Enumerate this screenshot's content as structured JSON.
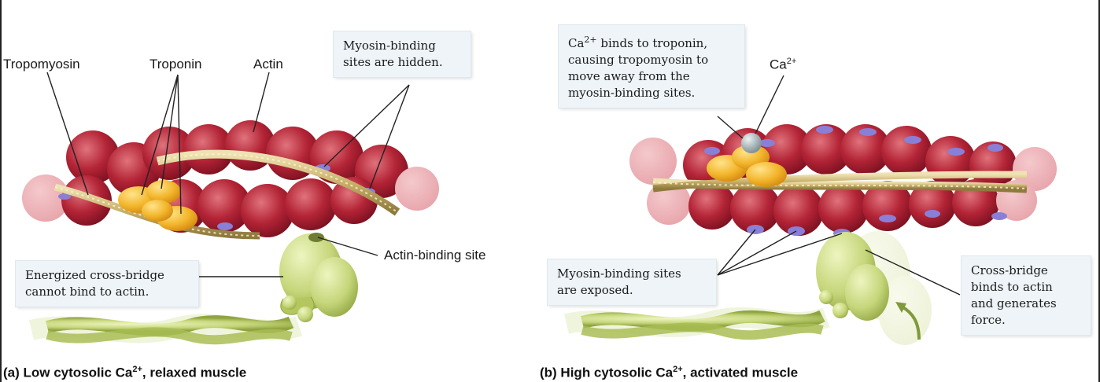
{
  "panel_a": {
    "labels": {
      "tropomyosin": "Tropomyosin",
      "troponin": "Troponin",
      "actin": "Actin",
      "actin_binding_site": "Actin-binding site"
    },
    "callouts": {
      "myosin_hidden": "Myosin-binding\nsites are hidden.",
      "energized": "Energized cross-bridge\ncannot bind to actin."
    },
    "caption": {
      "prefix": "(a) Low cytosolic Ca",
      "superscript": "2+",
      "suffix": ", relaxed muscle"
    }
  },
  "panel_b": {
    "labels": {
      "ca_base": "Ca",
      "ca_superscript": "2+"
    },
    "callouts": {
      "ca_binds_base": "Ca",
      "ca_binds_superscript": "2+",
      "ca_binds_rest": " binds to troponin,\ncausing tropomyosin to\nmove away from the\nmyosin-binding sites.",
      "myosin_exposed": "Myosin-binding sites\nare exposed.",
      "cross_bridge": "Cross-bridge\nbinds to actin\nand generates\nforce."
    },
    "caption": {
      "prefix": "(b) High cytosolic Ca",
      "superscript": "2+",
      "suffix": ", activated muscle"
    }
  },
  "colors": {
    "actin": "#b32436",
    "actin_highlight": "#e0737c",
    "binding_site": "#8a7fd6",
    "tropomyosin": "#d8c58a",
    "troponin": "#f2b52b",
    "myosin": "#c5d67a",
    "ca_ion": "#9fb0b3",
    "callout_bg": "#eef4f8"
  }
}
